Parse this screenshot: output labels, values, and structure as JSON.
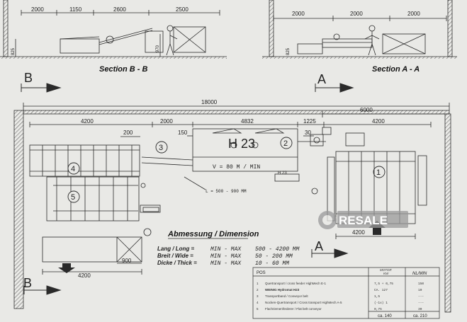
{
  "sections": {
    "bb": {
      "label": "Section B - B",
      "dims": [
        "2000",
        "1150",
        "2600",
        "2500"
      ],
      "height_left": "825",
      "height_right": "970"
    },
    "aa": {
      "label": "Section A - A",
      "dims": [
        "2000",
        "2000",
        "2000"
      ],
      "height_left": "825"
    }
  },
  "markers": {
    "a_top": "A",
    "b_top": "B",
    "a_bottom": "A",
    "b_bottom": "B"
  },
  "plan": {
    "total_length": "18000",
    "right_length": "6000",
    "dims": {
      "d4200_top_left": "4200",
      "d200": "200",
      "d2000": "2000",
      "d4832": "4832",
      "d150": "150",
      "d1225": "1225",
      "d30": "30",
      "d4200_top_right": "4200",
      "d4200_bottom_right": "4200",
      "d900": "900",
      "d4200_bottom_left": "4200"
    },
    "machine_label": "H 23",
    "machine_small": "H 23",
    "speed": "V = 80 M / MIN",
    "length_range": "L = 500 - 900 MM",
    "positions": [
      "1",
      "2",
      "3",
      "4",
      "5"
    ]
  },
  "dimension_block": {
    "title": "Abmessung / Dimension",
    "rows": [
      {
        "label": "Lang / Long =",
        "range": "MIN - MAX",
        "values": "500 - 4200 MM"
      },
      {
        "label": "Breit / Wide =",
        "range": "MIN - MAX",
        "values": "50 - 200 MM"
      },
      {
        "label": "Dicke / Thick =",
        "range": "MIN - MAX",
        "values": "10 - 60 MM"
      }
    ]
  },
  "pos_table": {
    "header_pos": "POS",
    "header_motor": "MOTOR",
    "header_kw": "KW",
    "header_nl": "NL/MIN",
    "items": [
      {
        "no": "1",
        "desc": "Quertransport / cross feeder HighMech E-1",
        "kw": "7,5 + 0,75",
        "nl": "150"
      },
      {
        "no": "2",
        "desc": "WEINIG Hydromat H23",
        "kw": "CA. 127",
        "nl": "10"
      },
      {
        "no": "3",
        "desc": "Transportband / Conveyor belt",
        "kw": "1,5",
        "nl": "---"
      },
      {
        "no": "4",
        "desc": "Nocken-Quertransport / Cross transport HighMech A-5",
        "kw": "(-1x) 1",
        "nl": "---"
      },
      {
        "no": "5",
        "desc": "Flachriemenförderer / Flat belt conveyor",
        "kw": "0,75",
        "nl": "30"
      }
    ],
    "total_kw": "ca. 140",
    "total_nl": "ca. 210"
  },
  "watermark": "RESALE",
  "colors": {
    "line": "#2a2a2a",
    "paper": "#e9e9e6",
    "watermark": "#9a9a9a"
  }
}
